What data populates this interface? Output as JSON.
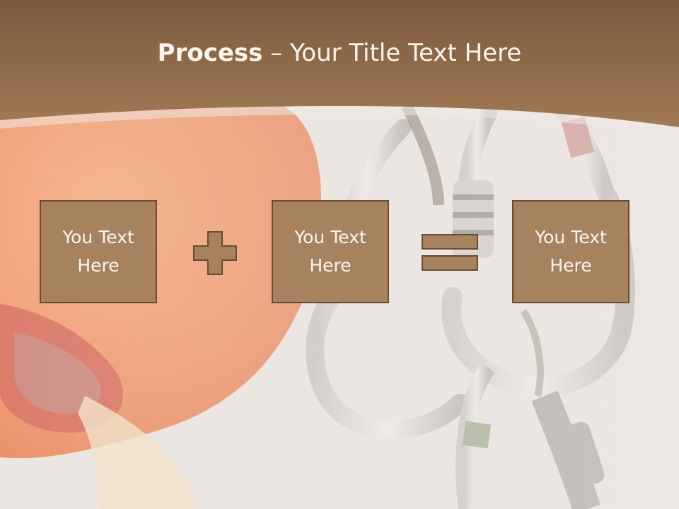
{
  "title": {
    "bold": "Process",
    "dash": " – ",
    "rest": "Your Title Text Here"
  },
  "boxes": [
    {
      "text": "You Text Here"
    },
    {
      "text": "You Text Here"
    },
    {
      "text": "You Text Here"
    }
  ],
  "operators": [
    "plus-icon",
    "equals-icon"
  ],
  "colors": {
    "header_band": "#8c6545",
    "box_fill": "#a7825f",
    "box_border": "#6b4a2f",
    "text": "#fbf5ee"
  }
}
